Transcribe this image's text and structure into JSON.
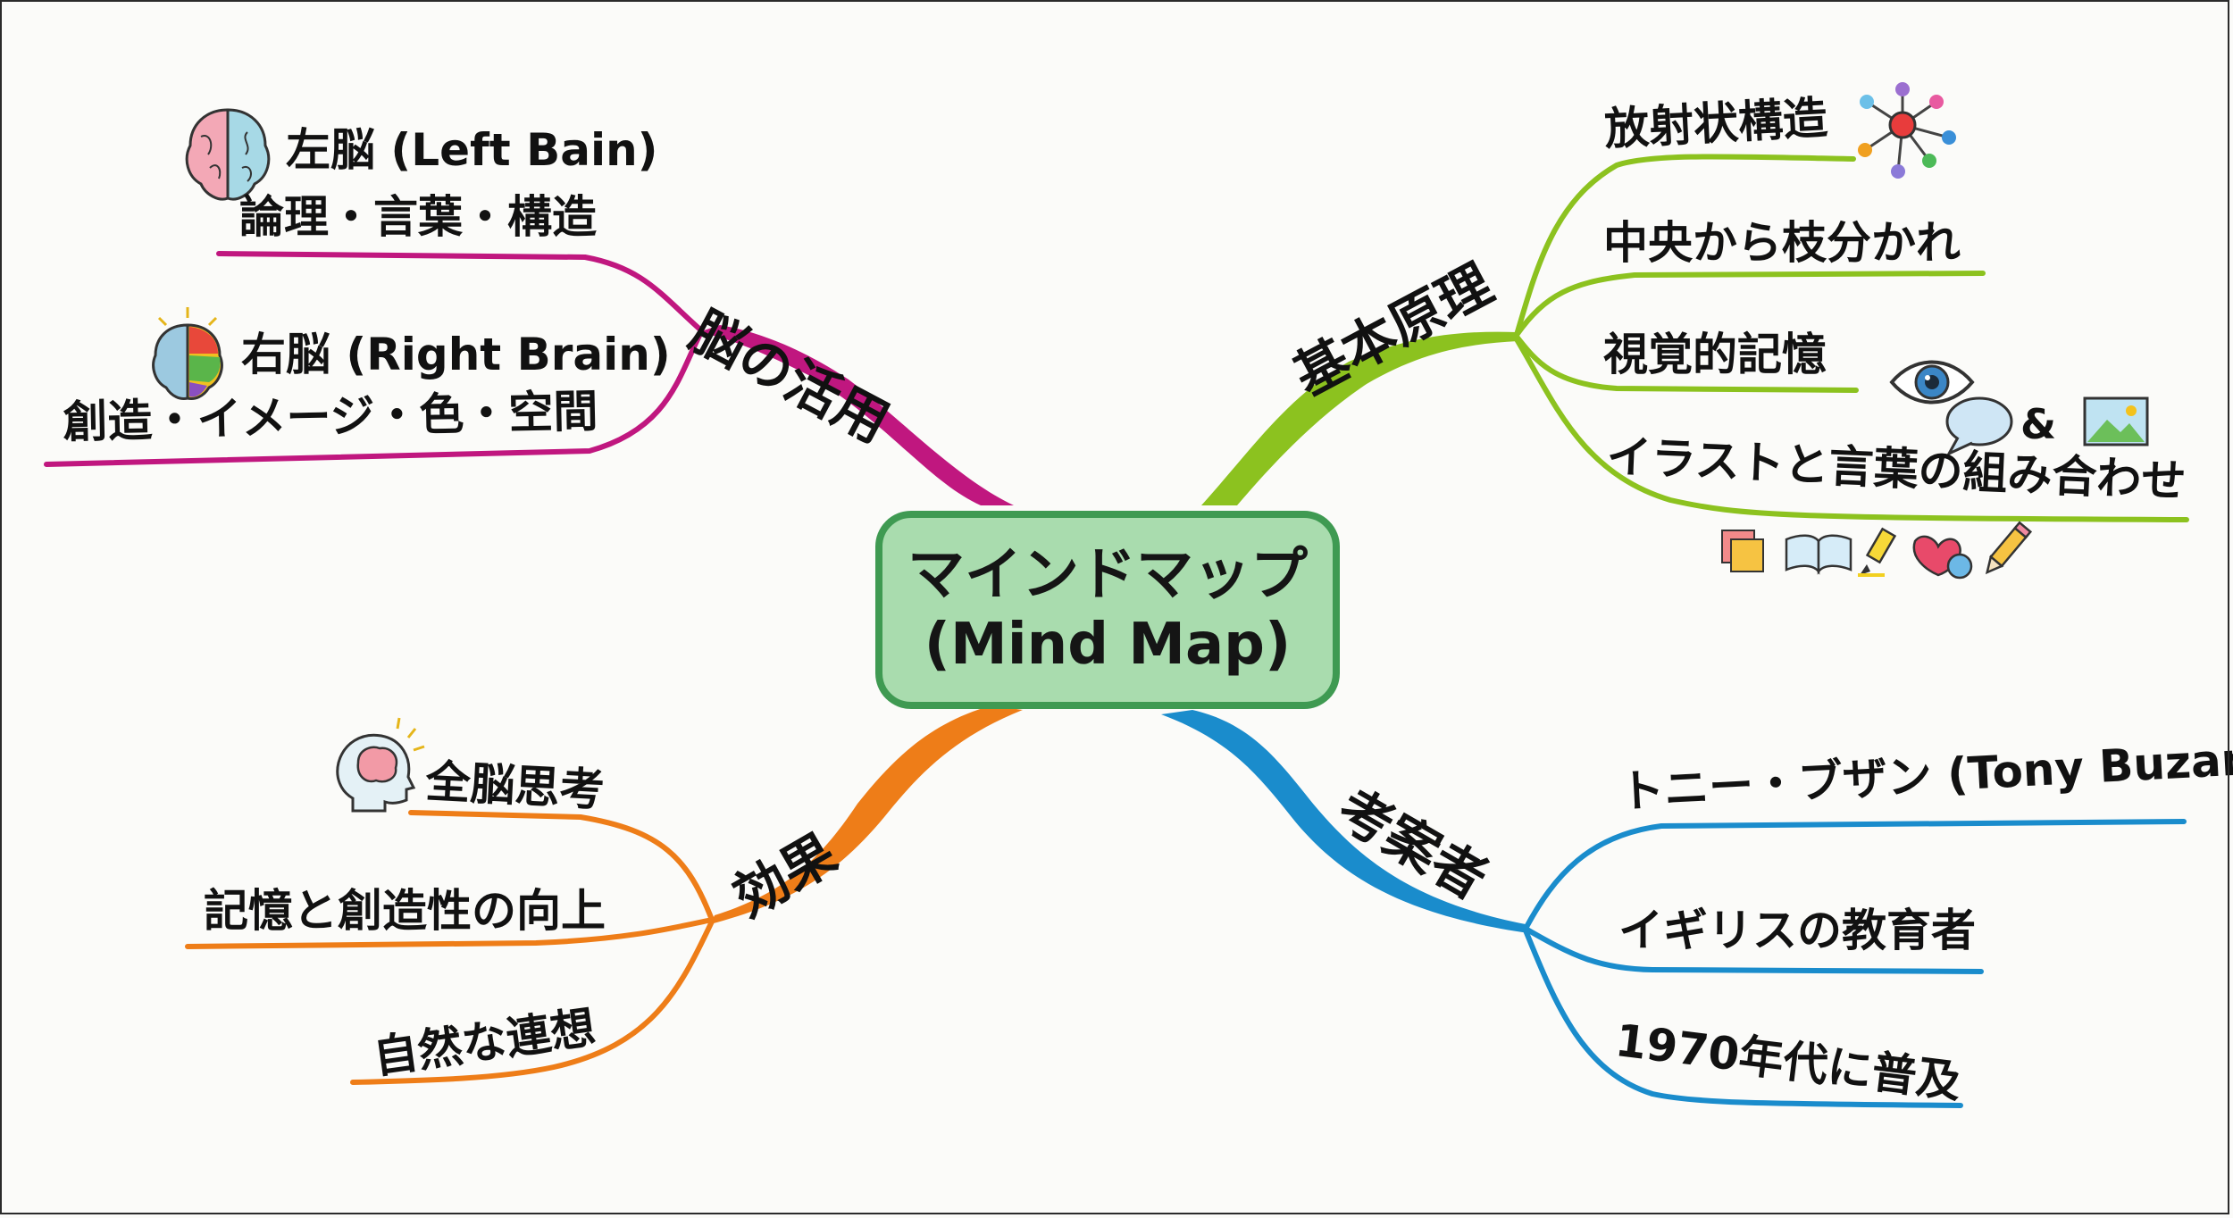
{
  "center": {
    "line1": "マインドマップ",
    "line2": "(Mind Map)"
  },
  "branches": {
    "brain_use": {
      "title": "脳の活用",
      "color": "#c0177f",
      "left_brain": {
        "line1": "左脳 (Left Bain)",
        "line2": "論理・言葉・構造",
        "icon": "left-brain-icon"
      },
      "right_brain": {
        "line1": "右脳 (Right Brain)",
        "line2": "創造・イメージ・色・空間",
        "icon": "right-brain-icon"
      }
    },
    "principles": {
      "title": "基本原理",
      "color": "#8cc21f",
      "items": [
        "放射状構造",
        "中央から枝分かれ",
        "視覚的記憶",
        "イラストと言葉の組み合わせ"
      ],
      "ampersand": "&",
      "icons": [
        "radial-network-icon",
        "eye-icon",
        "speech-bubble-icon",
        "picture-icon",
        "sticky-notes-icon",
        "book-icon",
        "highlighter-icon",
        "shapes-icon",
        "pencil-icon"
      ]
    },
    "effects": {
      "title": "効果",
      "color": "#ee7d18",
      "items": [
        "全脳思考",
        "記憶と創造性の向上",
        "自然な連想"
      ],
      "icon": "head-brain-icon"
    },
    "inventor": {
      "title": "考案者",
      "color": "#1a8ccc",
      "items": [
        "トニー・ブザン (Tony Buzan)",
        "イギリスの教育者",
        "1970年代に普及"
      ]
    }
  }
}
